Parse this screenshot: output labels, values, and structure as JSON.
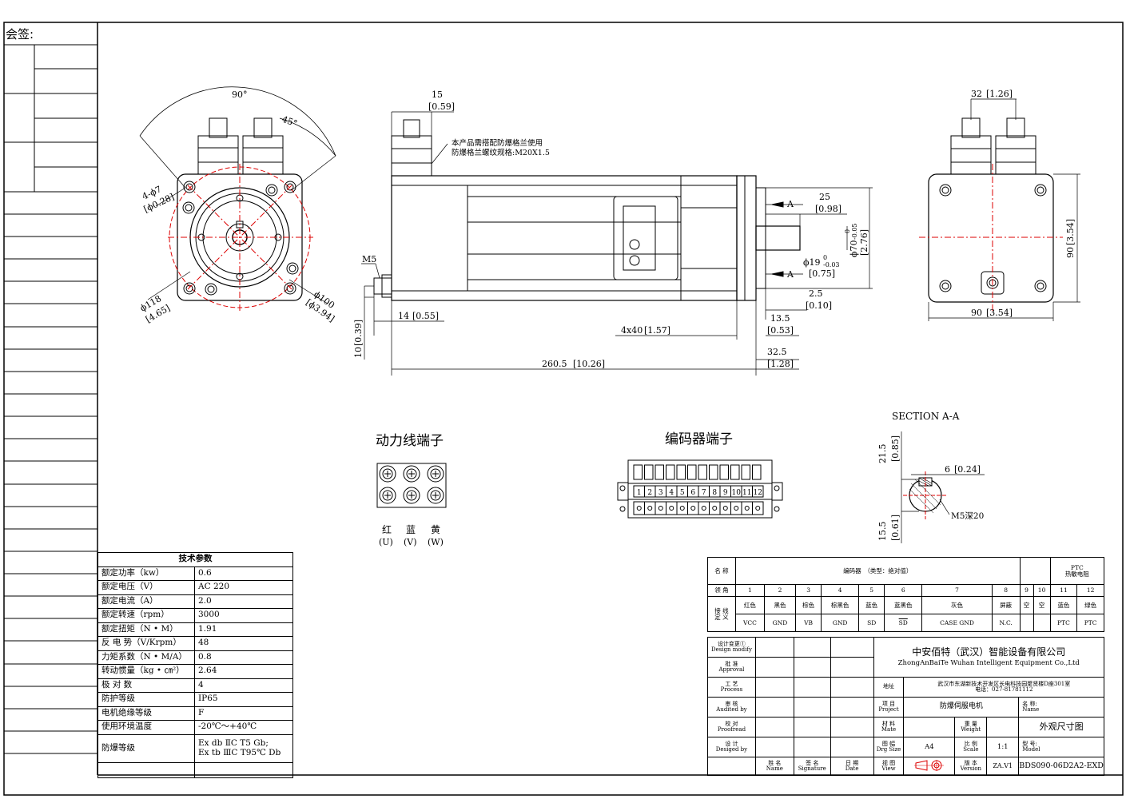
{
  "countersign_label": "会签:",
  "front_view": {
    "angle_90": "90°",
    "angle_45": "45°",
    "hole_dim": "4-ϕ7",
    "hole_dim_in": "[ϕ0.28]",
    "pcd_118": "ϕ118",
    "pcd_118_in": "[4.65]",
    "pilot_100": "ϕ100",
    "pilot_100_in": "[ϕ3.94]"
  },
  "side_view": {
    "dim_15": "15",
    "dim_15_in": "[0.59]",
    "note_line1": "本产品需搭配防爆格兰使用",
    "note_line2": "防爆格兰螺纹规格:M20X1.5",
    "m5": "M5",
    "dim_25": "25",
    "dim_25_in": "[0.98]",
    "section_a": "A",
    "shaft_70": "ϕ70",
    "shaft_70_tol_top": "0",
    "shaft_70_tol_bot": "-0.05",
    "shaft_70_in": "[2.76]",
    "shaft_19": "ϕ19",
    "shaft_19_tol_top": "0",
    "shaft_19_tol_bot": "-0.03",
    "shaft_19_in": "[0.75]",
    "dim_2_5": "2.5",
    "dim_2_5_in": "[0.10]",
    "dim_14": "14",
    "dim_14_in": "[0.55]",
    "dim_13_5": "13.5",
    "dim_13_5_in": "[0.53]",
    "dim_4x40": "4x40",
    "dim_4x40_in": "[1.57]",
    "dim_32_5": "32.5",
    "dim_32_5_in": "[1.28]",
    "dim_10": "10",
    "dim_10_in": "[0.39]",
    "dim_260_5": "260.5",
    "dim_260_5_in": "[10.26]"
  },
  "rear_view": {
    "dim_32": "32",
    "dim_32_in": "[1.26]",
    "dim_90_v": "90",
    "dim_90_v_in": "[3.54]",
    "dim_90_h": "90",
    "dim_90_h_in": "[3.54]"
  },
  "section": {
    "title": "SECTION A-A",
    "dim_21_5": "21.5",
    "dim_21_5_in": "[0.85]",
    "dim_6": "6",
    "dim_6_in": "[0.24]",
    "m5_depth": "M5深20",
    "dim_15_5": "15.5",
    "dim_15_5_in": "[0.61]"
  },
  "power_terminal": {
    "title": "动力线端子",
    "labels": [
      "红",
      "蓝",
      "黄"
    ],
    "codes": [
      "(U)",
      "(V)",
      "(W)"
    ]
  },
  "encoder_terminal": {
    "title": "编码器端子",
    "pins": [
      "1",
      "2",
      "3",
      "4",
      "5",
      "6",
      "7",
      "8",
      "9",
      "10",
      "11",
      "12"
    ]
  },
  "spec_table": {
    "header": "技术参数",
    "rows": [
      {
        "k": "额定功率（kw）",
        "v": "0.6"
      },
      {
        "k": "额定电压（V）",
        "v": "AC 220"
      },
      {
        "k": "额定电流（A）",
        "v": "2.0"
      },
      {
        "k": "额定转速（rpm）",
        "v": "3000"
      },
      {
        "k": "额定扭矩（N • M）",
        "v": "1.91"
      },
      {
        "k": "反 电 势（V/Krpm）",
        "v": "48"
      },
      {
        "k": "力矩系数（N • M/A）",
        "v": "0.8"
      },
      {
        "k": "转动惯量（kg • ㎝²）",
        "v": "2.64"
      },
      {
        "k": "极 对 数",
        "v": "4"
      },
      {
        "k": "防护等级",
        "v": "IP65"
      },
      {
        "k": "电机绝缘等级",
        "v": "F"
      },
      {
        "k": "使用环境温度",
        "v": "-20℃～+40℃"
      }
    ],
    "last_key": "防爆等级",
    "last_val_1": "Ex db ⅡC T5 Gb;",
    "last_val_2": "Ex tb ⅢC T95℃ Db"
  },
  "wire_table": {
    "name_label": "名 称",
    "encoder_label": "编码器　（类型：绝对值）",
    "ptc_label_1": "PTC",
    "ptc_label_2": "热敏电阻",
    "pin_label": "领 角",
    "def_label_1": "接 线",
    "def_label_2": "定 义",
    "pins": [
      "1",
      "2",
      "3",
      "4",
      "5",
      "6",
      "7",
      "8",
      "9",
      "10",
      "11",
      "12"
    ],
    "colors": [
      "红色",
      "黑色",
      "棕色",
      "棕黑色",
      "蓝色",
      "蓝黑色",
      "灰色",
      "屏蔽",
      "空",
      "空",
      "蓝色",
      "绿色"
    ],
    "signals": [
      "VCC",
      "GND",
      "VB",
      "GND",
      "SD",
      "SD",
      "CASE GND",
      "N.C.",
      "",
      "",
      "PTC",
      "PTC"
    ]
  },
  "title_block": {
    "design_modify": "设计变更①",
    "design_modify_en": "Design modify",
    "approval": "批 准",
    "approval_en": "Approval",
    "process": "工 艺",
    "process_en": "Process",
    "audited": "审 核",
    "audited_en": "Audited by",
    "proofread": "校 对",
    "proofread_en": "Proofread",
    "designed": "设 计",
    "designed_en": "Desiged by",
    "name_h": "姓 名",
    "name_h_en": "Name",
    "signature_h": "签 名",
    "signature_h_en": "Signature",
    "date_h": "日 期",
    "date_h_en": "Date",
    "company_cn": "中安佰特（武汉）智能设备有限公司",
    "company_en": "ZhongAnBaiTe Wuhan Intelligent Equipment Co.,Ltd",
    "address_label": "地址",
    "address": "武汉市东湖新技术开发区长电科技园聚贤楼D座301室",
    "phone": "电话：027-81781112",
    "project_label": "项 目",
    "project_label_en": "Project",
    "project": "防爆伺服电机",
    "material_label": "材 料",
    "material_label_en": "Mate",
    "weight_label": "重 量",
    "weight_label_en": "Weight",
    "name_label": "名 称:",
    "name_label_en": "Name",
    "drawing_name": "外观尺寸图",
    "size_label": "图 幅",
    "size_label_en": "Drg Size",
    "size": "A4",
    "scale_label": "比 例",
    "scale_label_en": "Scale",
    "scale": "1:1",
    "model_label": "型 号:",
    "model_label_en": "Model",
    "view_label": "视 图",
    "view_label_en": "View",
    "version_label": "版 本",
    "version_label_en": "Version",
    "version": "ZA.V1",
    "model": "BDS090-06D2A2-EXD"
  }
}
